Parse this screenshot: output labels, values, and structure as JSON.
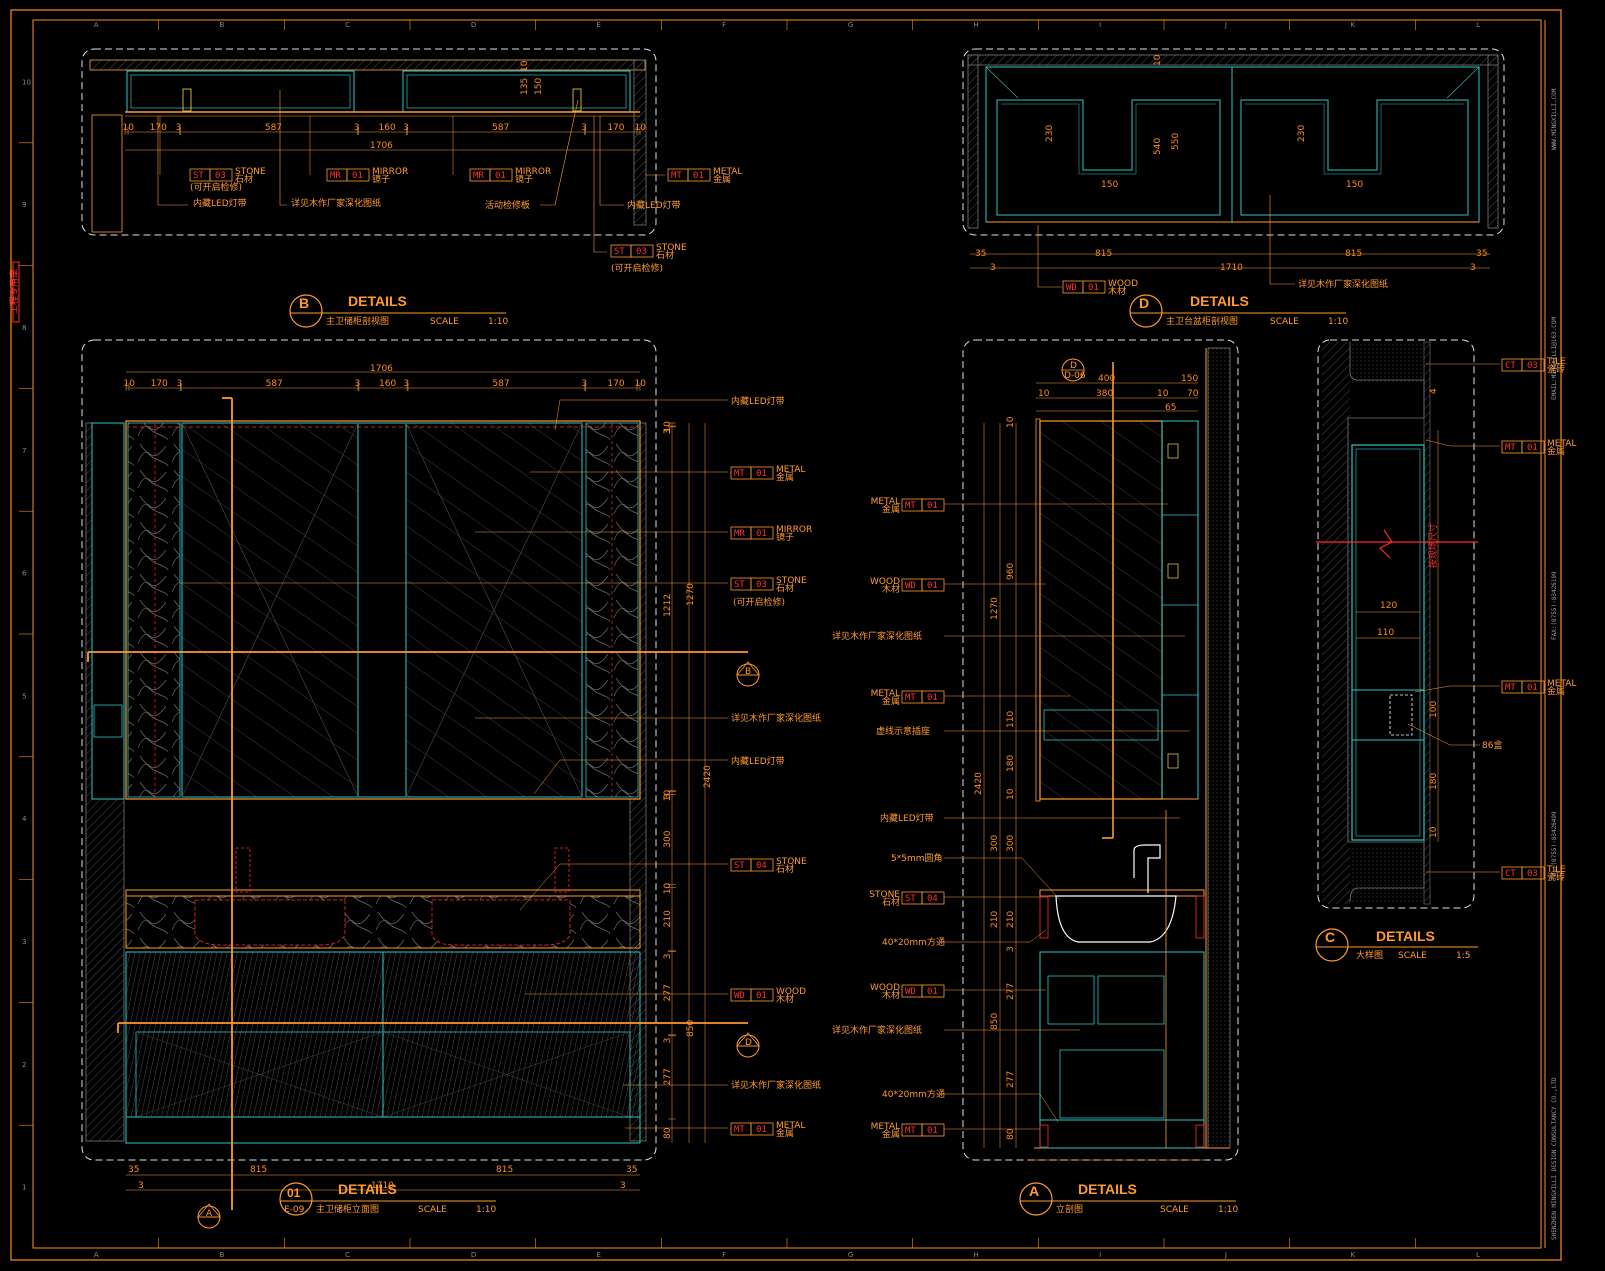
{
  "grid": {
    "columns": [
      "A",
      "B",
      "C",
      "D",
      "E",
      "F",
      "G",
      "H",
      "I",
      "J",
      "K",
      "L"
    ],
    "rows": [
      "10",
      "9",
      "8",
      "7",
      "6",
      "5",
      "4",
      "3",
      "2",
      "1"
    ]
  },
  "side_strip": {
    "stamp": "工程专用章",
    "lines": [
      "SHENZHEN MINGXILLI DESIGN CONSULTANCY CO.,LTD",
      "TEL:(0755)-83426499",
      "FAX:(0755)-83426199",
      "EMAIL:MINGXILLI@163.COM",
      "WWW.MINGXILLI.COM"
    ]
  },
  "views": {
    "b": {
      "circle": "B",
      "title": "DETAILS",
      "subtitle": "主卫储柜剖视图",
      "scale_label": "SCALE",
      "scale": "1:10"
    },
    "d": {
      "circle": "D",
      "title": "DETAILS",
      "subtitle": "主卫台盆柜剖视图",
      "scale_label": "SCALE",
      "scale": "1:10"
    },
    "e": {
      "circle_top": "01",
      "circle_bottom": "E-09",
      "title": "DETAILS",
      "subtitle": "主卫储柜立面图",
      "scale_label": "SCALE",
      "scale": "1:10"
    },
    "a": {
      "circle": "A",
      "title": "DETAILS",
      "subtitle": "立剖图",
      "scale_label": "SCALE",
      "scale": "1:10"
    },
    "c": {
      "circle": "C",
      "title": "DETAILS",
      "subtitle": "大样图",
      "scale_label": "SCALE",
      "scale": "1:5"
    }
  },
  "materials": {
    "st03": {
      "code": "ST",
      "num": "03",
      "en": "STONE",
      "cn": "石材"
    },
    "st04": {
      "code": "ST",
      "num": "04",
      "en": "STONE",
      "cn": "石材"
    },
    "mr01": {
      "code": "MR",
      "num": "01",
      "en": "MIRROR",
      "cn": "镜子"
    },
    "mt01": {
      "code": "MT",
      "num": "01",
      "en": "METAL",
      "cn": "金属"
    },
    "wd01": {
      "code": "WD",
      "num": "01",
      "en": "WOOD",
      "cn": "木材"
    },
    "ct03": {
      "code": "CT",
      "num": "03",
      "en": "TILE",
      "cn": "瓷砖"
    }
  },
  "notes": {
    "led": "内藏LED灯带",
    "maker": "详见木作厂家深化图纸",
    "openable": "(可开启检修)",
    "service_panel": "活动检修板",
    "dashed_socket": "虚线示意插座",
    "round_corner": "5*5mm圆角",
    "tube": "40*20mm方通",
    "box86": "86盒",
    "site": "按现场尺寸"
  },
  "dims": {
    "b_chain": [
      "10",
      "170",
      "3",
      "587",
      "3",
      "160",
      "3",
      "587",
      "3",
      "170",
      "10"
    ],
    "b_total": "1706",
    "b_135": "135",
    "b_150": "150",
    "b_10": "10",
    "d_230a": "230",
    "d_230b": "230",
    "d_540": "540",
    "d_550": "550",
    "d_150a": "150",
    "d_150b": "150",
    "d_10": "10",
    "d_35a": "35",
    "d_35b": "35",
    "d_815a": "815",
    "d_815b": "815",
    "d_1710": "1710",
    "d_3a": "3",
    "d_3b": "3",
    "e_vchain": [
      "10",
      "3",
      "1212",
      "3",
      "10",
      "300",
      "10",
      "210",
      "3",
      "277",
      "3",
      "277",
      "80"
    ],
    "e_1270": "1270",
    "e_850": "850",
    "e_2420": "2420",
    "e_35a": "35",
    "e_35b": "35",
    "e_815a": "815",
    "e_815b": "815",
    "e_1710": "1710",
    "e_3a": "3",
    "e_3b": "3",
    "a_400": "400",
    "a_150": "150",
    "a_10a": "10",
    "a_380": "380",
    "a_10b": "10",
    "a_70": "70",
    "a_65": "65",
    "a_10c": "10",
    "a_960": "960",
    "a_110": "110",
    "a_180": "180",
    "a_10d": "10",
    "a_300": "300",
    "a_210": "210",
    "a_3": "3",
    "a_277a": "277",
    "a_277b": "277",
    "a_80": "80",
    "a_1270": "1270",
    "a_2420": "2420",
    "a_300b": "300",
    "a_210b": "210",
    "a_850": "850",
    "c_120": "120",
    "c_110": "110",
    "c_100": "100",
    "c_180": "180",
    "c_4": "4",
    "c_10": "10"
  },
  "section_marks": {
    "b": "B",
    "d": "D",
    "a": "A",
    "dd": "D",
    "dd_sub": "D-06",
    "sheet_ref": "E-09"
  },
  "colors": {
    "orange": "#ff9a2e",
    "cyan": "#2ec4c4",
    "red": "#ff3030",
    "frame": "#ff8c1a",
    "hatch": "#555555"
  }
}
